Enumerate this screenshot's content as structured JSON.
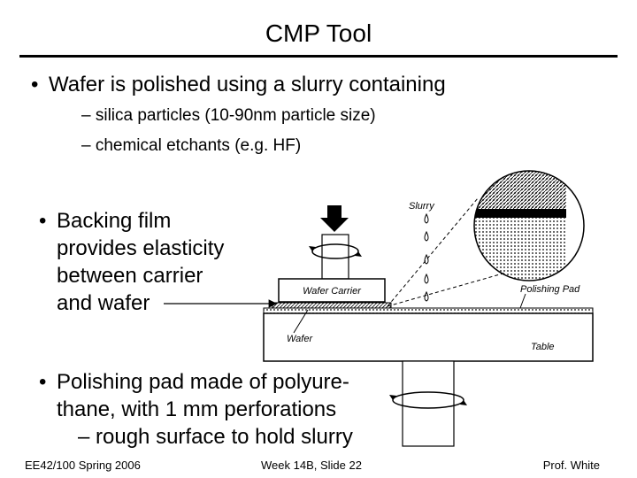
{
  "slide": {
    "title": "CMP Tool",
    "bullet1": "Wafer is polished using a slurry containing",
    "bullet1_sub": [
      "– silica particles (10-90nm particle size)",
      "– chemical etchants (e.g. HF)"
    ],
    "bullet2_lines": [
      "Backing film",
      "provides elasticity",
      "between carrier",
      "and wafer"
    ],
    "bullet3_lines": [
      "Polishing pad made of polyure-",
      "thane, with 1 mm perforations"
    ],
    "bullet3_sub": "– rough surface to hold slurry",
    "bullet_glyph": "•"
  },
  "figure": {
    "labels": {
      "slurry": "Slurry",
      "wafer_carrier": "Wafer Carrier",
      "polishing_pad": "Polishing Pad",
      "wafer": "Wafer",
      "table": "Table"
    }
  },
  "footer": {
    "course": "EE42/100 Spring 2006",
    "slide": "Week 14B, Slide 22",
    "author": "Prof. White"
  }
}
